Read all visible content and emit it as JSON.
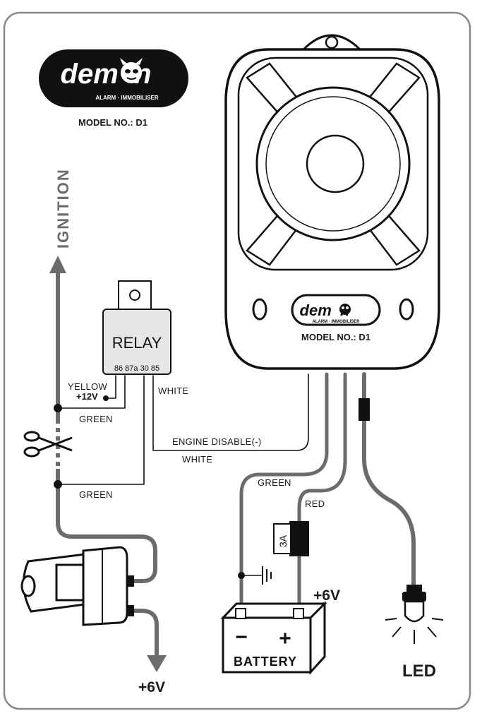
{
  "brand": {
    "name": "dem  n",
    "tagline": "ALARM · IMMOBILISER",
    "model": "MODEL NO.: D1"
  },
  "labels": {
    "ignition": "IGNITION",
    "relay": "RELAY",
    "relay_pins": "86 87a  30  85",
    "yellow": "YELLOW",
    "plus12v": "+12V",
    "white_top": "WHITE",
    "green_a": "GREEN",
    "engine_disable": "ENGINE DISABLE(-)",
    "white_b": "WHITE",
    "green_b": "GREEN",
    "green_c": "GREEN",
    "red": "RED",
    "fuse": "3A",
    "battery_minus": "−",
    "battery_plus": "+",
    "battery": "BATTERY",
    "plus6v_batt": "+6V",
    "plus6v_key": "+6V",
    "led": "LED"
  },
  "colors": {
    "wire": "#6b6b6b",
    "outline": "#111111",
    "logo_bg": "#111111",
    "frame": "#8a8a8a"
  }
}
